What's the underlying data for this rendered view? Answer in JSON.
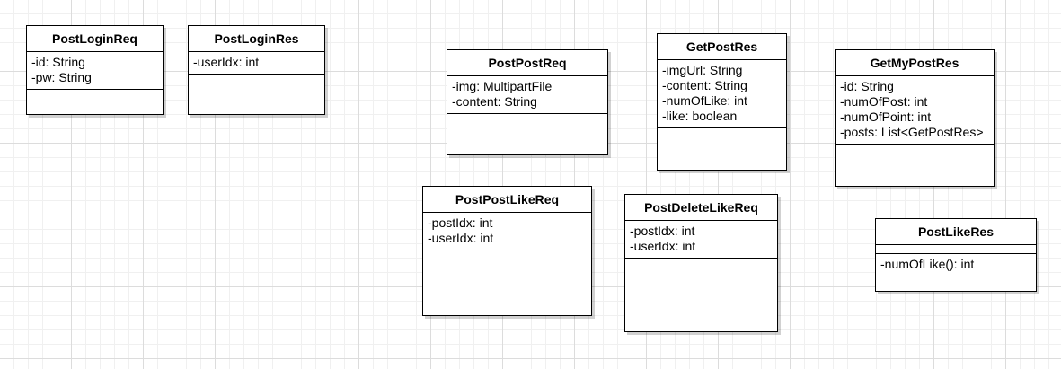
{
  "classes": [
    {
      "id": "post-login-req",
      "name": "PostLoginReq",
      "attributes": [
        "-id: String",
        "-pw: String"
      ],
      "methods": []
    },
    {
      "id": "post-login-res",
      "name": "PostLoginRes",
      "attributes": [
        "-userIdx: int"
      ],
      "methods": []
    },
    {
      "id": "post-post-req",
      "name": "PostPostReq",
      "attributes": [
        "-img: MultipartFile",
        "-content: String"
      ],
      "methods": []
    },
    {
      "id": "get-post-res",
      "name": "GetPostRes",
      "attributes": [
        "-imgUrl: String",
        "-content: String",
        "-numOfLike: int",
        "-like: boolean"
      ],
      "methods": []
    },
    {
      "id": "get-my-post-res",
      "name": "GetMyPostRes",
      "attributes": [
        "-id: String",
        "-numOfPost: int",
        "-numOfPoint: int",
        "-posts: List<GetPostRes>"
      ],
      "methods": []
    },
    {
      "id": "post-post-like-req",
      "name": "PostPostLikeReq",
      "attributes": [
        "-postIdx: int",
        "-userIdx: int"
      ],
      "methods": []
    },
    {
      "id": "post-delete-like-req",
      "name": "PostDeleteLikeReq",
      "attributes": [
        "-postIdx: int",
        "-userIdx: int"
      ],
      "methods": []
    },
    {
      "id": "post-like-res",
      "name": "PostLikeRes",
      "attributes": [],
      "methods": [
        "-numOfLike(): int"
      ]
    }
  ]
}
